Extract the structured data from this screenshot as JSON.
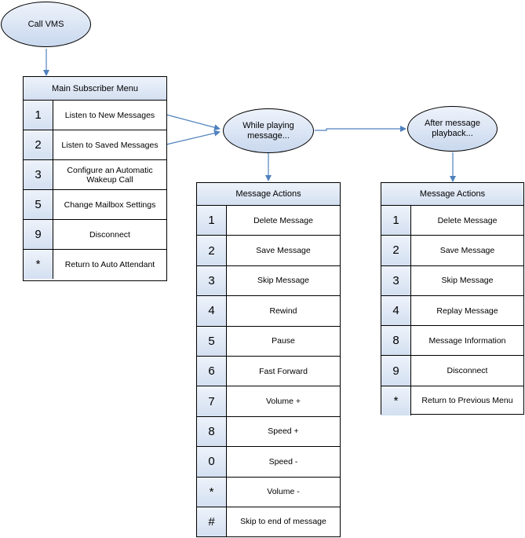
{
  "nodes": {
    "call_vms": "Call VMS",
    "while_playing": "While playing\nmessage...",
    "after_playback": "After message\nplayback..."
  },
  "main_menu": {
    "title": "Main Subscriber Menu",
    "items": [
      {
        "key": "1",
        "label": "Listen to New Messages"
      },
      {
        "key": "2",
        "label": "Listen to Saved Messages"
      },
      {
        "key": "3",
        "label": "Configure an Automatic Wakeup Call"
      },
      {
        "key": "5",
        "label": "Change Mailbox Settings"
      },
      {
        "key": "9",
        "label": "Disconnect"
      },
      {
        "key": "*",
        "label": "Return to Auto Attendant"
      }
    ]
  },
  "playing_actions": {
    "title": "Message Actions",
    "items": [
      {
        "key": "1",
        "label": "Delete Message"
      },
      {
        "key": "2",
        "label": "Save Message"
      },
      {
        "key": "3",
        "label": "Skip Message"
      },
      {
        "key": "4",
        "label": "Rewind"
      },
      {
        "key": "5",
        "label": "Pause"
      },
      {
        "key": "6",
        "label": "Fast Forward"
      },
      {
        "key": "7",
        "label": "Volume +"
      },
      {
        "key": "8",
        "label": "Speed +"
      },
      {
        "key": "0",
        "label": "Speed -"
      },
      {
        "key": "*",
        "label": "Volume -"
      },
      {
        "key": "#",
        "label": "Skip to end of message"
      }
    ]
  },
  "after_actions": {
    "title": "Message Actions",
    "items": [
      {
        "key": "1",
        "label": "Delete Message"
      },
      {
        "key": "2",
        "label": "Save Message"
      },
      {
        "key": "3",
        "label": "Skip Message"
      },
      {
        "key": "4",
        "label": "Replay Message"
      },
      {
        "key": "8",
        "label": "Message Information"
      },
      {
        "key": "9",
        "label": "Disconnect"
      },
      {
        "key": "*",
        "label": "Return to Previous Menu"
      }
    ]
  },
  "colors": {
    "connector": "#4f81bd",
    "node_fill_top": "#eef3fb",
    "node_fill_bottom": "#c9d8ee",
    "border": "#000000"
  }
}
